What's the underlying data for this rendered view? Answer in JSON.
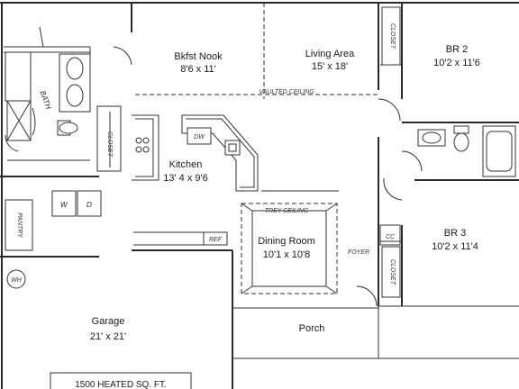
{
  "rooms": {
    "bath": "BATH",
    "bkfst_name": "Bkfst Nook",
    "bkfst_size": "8'6 x 11'",
    "living_name": "Living Area",
    "living_size": "15' x 18'",
    "br2_name": "BR 2",
    "br2_size": "10'2 x 11'6",
    "kitchen_name": "Kitchen",
    "kitchen_size": "13' 4 x 9'6",
    "dining_name": "Dining Room",
    "dining_size": "10'1 x 10'8",
    "br3_name": "BR 3",
    "br3_size": "10'2 x 11'4",
    "garage_name": "Garage",
    "garage_size": "21' x 21'",
    "porch_name": "Porch",
    "pantry": "PANTRY",
    "foyer": "FOYER"
  },
  "fixtures": {
    "closet_top": "CLOSET",
    "closet_bottom": "CLOSET",
    "closet_left": "CLOSET",
    "dishwasher": "DW",
    "refrigerator": "REF",
    "washer": "W",
    "dryer": "D",
    "coat_closet": "CC",
    "water_heater": "WH"
  },
  "notes": {
    "vaulted": "VAULTED CEILING",
    "trey": "TREY CEILING"
  },
  "footer": {
    "area": "1500 HEATED SQ. FT."
  }
}
